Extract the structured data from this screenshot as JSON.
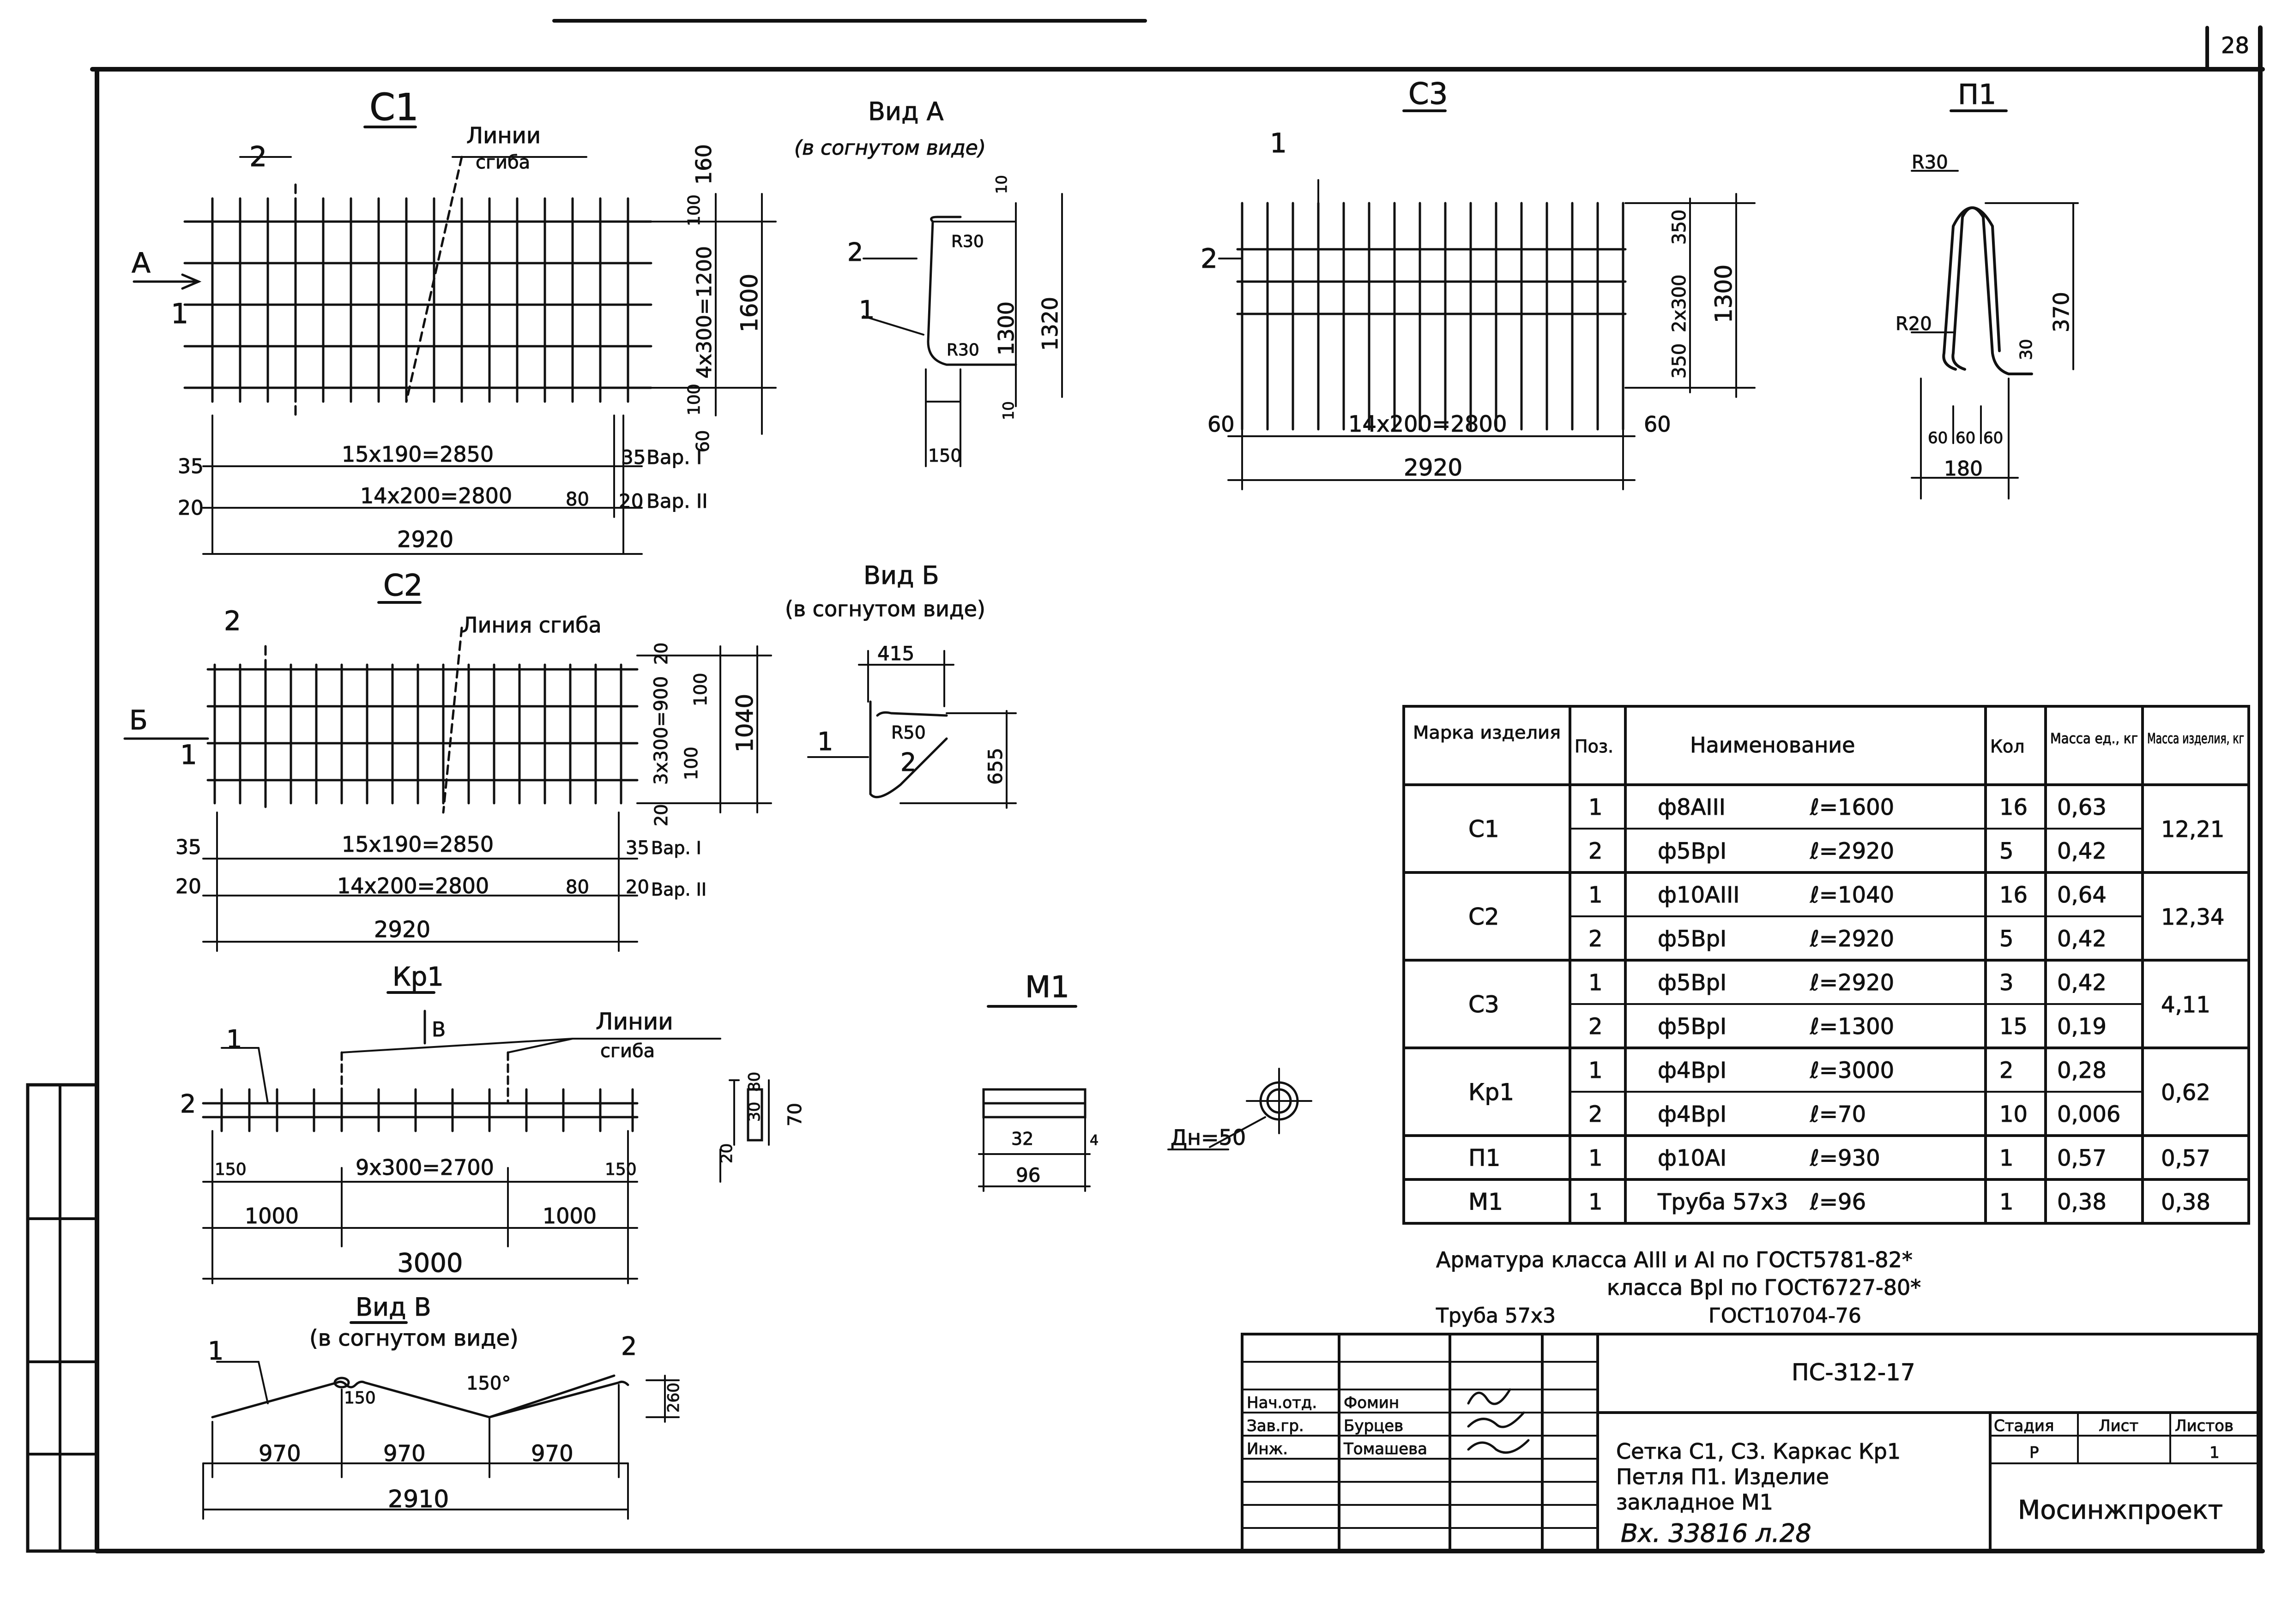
{
  "sheet": {
    "number": "28"
  },
  "c1": {
    "title": "С1",
    "pos2": "2",
    "pos1": "1",
    "arrow": "А",
    "bend_note_line1": "Линии",
    "bend_note_line2": "сгиба",
    "d_top": "160",
    "d_100a": "100",
    "d_mid": "4х300=1200",
    "d_100b": "100",
    "d_total": "1600",
    "d_60": "60",
    "row1_left": "35",
    "row1": "15х190=2850",
    "row1_right": "35",
    "row1_var": "Вар. I",
    "row2_left": "20",
    "row2": "14х200=2800",
    "row2_80": "80",
    "row2_right": "20",
    "row2_var": "Вар. II",
    "total": "2920"
  },
  "view_a": {
    "title": "Вид А",
    "subtitle": "(в согнутом виде)",
    "pos2": "2",
    "pos1": "1",
    "r1": "R30",
    "r2": "R30",
    "d10a": "10",
    "d1300": "1300",
    "d1320": "1320",
    "d10b": "10",
    "d150": "150"
  },
  "c3": {
    "title": "С3",
    "pos1": "1",
    "pos2": "2",
    "d350a": "350",
    "d2x300": "2х300",
    "d350b": "350",
    "d1300": "1300",
    "left60": "60",
    "dim": "14х200=2800",
    "right60": "60",
    "total": "2920"
  },
  "p1": {
    "title": "П1",
    "r30": "R30",
    "r20": "R20",
    "d370": "370",
    "d30": "30",
    "d60a": "60",
    "d60b": "60",
    "d60c": "60",
    "d180": "180"
  },
  "c2": {
    "title": "С2",
    "pos2": "2",
    "pos1": "1",
    "arrow": "Б",
    "bend_note": "Линия сгиба",
    "d20a": "20",
    "d_mid": "3х300=900",
    "d100a": "100",
    "d100b": "100",
    "d20b": "20",
    "d_total": "1040",
    "row1_left": "35",
    "row1": "15х190=2850",
    "row1_right": "35",
    "row1_var": "Вар. I",
    "row2_left": "20",
    "row2": "14х200=2800",
    "row2_80": "80",
    "row2_right": "20",
    "row2_var": "Вар. II",
    "total": "2920"
  },
  "view_b": {
    "title": "Вид Б",
    "subtitle": "(в согнутом виде)",
    "d415": "415",
    "r50": "R50",
    "pos2": "2",
    "pos1": "1",
    "d655": "655"
  },
  "kr1": {
    "title": "Кр1",
    "arrow": "В",
    "bend_note_line1": "Линии",
    "bend_note_line2": "сгиба",
    "pos1": "1",
    "pos2": "2",
    "d150a": "150",
    "dim": "9х300=2700",
    "d150b": "150",
    "d1000a": "1000",
    "d1000b": "1000",
    "total": "3000"
  },
  "view_v": {
    "title": "Вид В",
    "subtitle": "(в согнутом виде)",
    "pos1": "1",
    "pos2": "2",
    "d150": "150",
    "angle": "150°",
    "d260": "260",
    "s1": "970",
    "s2": "970",
    "s3": "970",
    "total": "2910"
  },
  "m1": {
    "title": "М1",
    "d80": "80",
    "d30": "30",
    "d20": "20",
    "d70": "70",
    "d32": "32",
    "d4": "4",
    "d96": "96",
    "diam": "Дн=50"
  },
  "spec_table": {
    "headers": {
      "mark": "Марка изделия",
      "pos": "Поз.",
      "name": "Наименование",
      "qty": "Кол",
      "unit_mass": "Масса ед., кг",
      "total_mass": "Масса изделия, кг"
    },
    "groups": [
      {
        "mark": "С1",
        "total": "12,21",
        "rows": [
          {
            "pos": "1",
            "name": "ф8АIII",
            "len": "ℓ=1600",
            "qty": "16",
            "mass": "0,63"
          },
          {
            "pos": "2",
            "name": "ф5ВрI",
            "len": "ℓ=2920",
            "qty": "5",
            "mass": "0,42"
          }
        ]
      },
      {
        "mark": "С2",
        "total": "12,34",
        "rows": [
          {
            "pos": "1",
            "name": "ф10АIII",
            "len": "ℓ=1040",
            "qty": "16",
            "mass": "0,64"
          },
          {
            "pos": "2",
            "name": "ф5ВрI",
            "len": "ℓ=2920",
            "qty": "5",
            "mass": "0,42"
          }
        ]
      },
      {
        "mark": "С3",
        "total": "4,11",
        "rows": [
          {
            "pos": "1",
            "name": "ф5ВрI",
            "len": "ℓ=2920",
            "qty": "3",
            "mass": "0,42"
          },
          {
            "pos": "2",
            "name": "ф5ВрI",
            "len": "ℓ=1300",
            "qty": "15",
            "mass": "0,19"
          }
        ]
      },
      {
        "mark": "Кр1",
        "total": "0,62",
        "rows": [
          {
            "pos": "1",
            "name": "ф4ВрI",
            "len": "ℓ=3000",
            "qty": "2",
            "mass": "0,28"
          },
          {
            "pos": "2",
            "name": "ф4ВрI",
            "len": "ℓ=70",
            "qty": "10",
            "mass": "0,006"
          }
        ]
      },
      {
        "mark": "П1",
        "total": "0,57",
        "rows": [
          {
            "pos": "1",
            "name": "ф10АI",
            "len": "ℓ=930",
            "qty": "1",
            "mass": "0,57"
          }
        ]
      },
      {
        "mark": "М1",
        "total": "0,38",
        "rows": [
          {
            "pos": "1",
            "name": "Труба 57х3",
            "len": "ℓ=96",
            "qty": "1",
            "mass": "0,38"
          }
        ]
      }
    ]
  },
  "notes": {
    "line1": "Арматура класса АIII и АI по ГОСТ5781-82*",
    "line2": "класса ВрI по ГОСТ6727-80*",
    "line3_left": "Труба 57х3",
    "line3_right": "ГОСТ10704-76"
  },
  "title_block": {
    "doc_code": "ПС-312-17",
    "roles": [
      {
        "role": "Нач.отд.",
        "name": "Фомин"
      },
      {
        "role": "Зав.гр.",
        "name": "Бурцев"
      },
      {
        "role": "Инж.",
        "name": "Томашева"
      }
    ],
    "description_line1": "Сетка С1, С3. Каркас Кр1",
    "description_line2": "Петля П1. Изделие",
    "description_line3": "закладное М1",
    "inventory": "Вх. 33816 л.28",
    "stage_label": "Стадия",
    "sheet_label": "Лист",
    "sheets_label": "Листов",
    "stage": "Р",
    "sheets": "1",
    "org": "Мосинжпроект"
  }
}
